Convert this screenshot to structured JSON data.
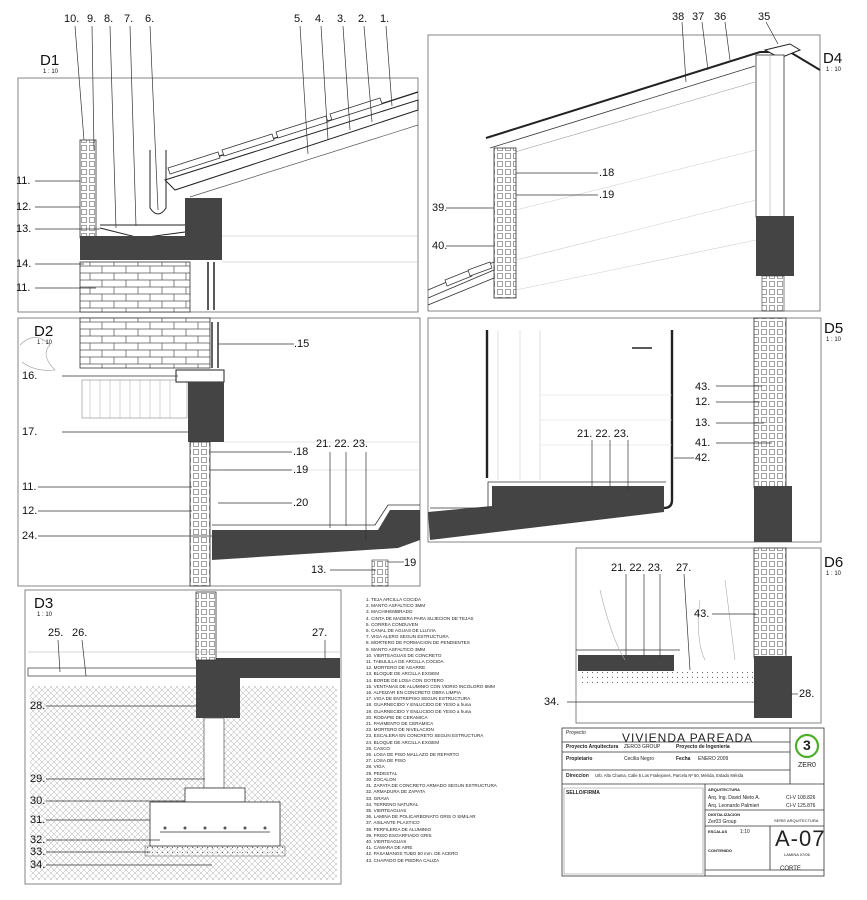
{
  "details": {
    "d1": {
      "title": "D1",
      "scale": "1 : 10"
    },
    "d2": {
      "title": "D2",
      "scale": "1 : 10"
    },
    "d3": {
      "title": "D3",
      "scale": "1 : 10"
    },
    "d4": {
      "title": "D4",
      "scale": "1 : 10"
    },
    "d5": {
      "title": "D5",
      "scale": "1 : 10"
    },
    "d6": {
      "title": "D6",
      "scale": "1 : 10"
    }
  },
  "callouts": {
    "c1": "1.",
    "c2": "2.",
    "c3": "3.",
    "c4": "4.",
    "c5": "5.",
    "c6": "6.",
    "c7": "7.",
    "c8": "8.",
    "c9": "9.",
    "c10": "10.",
    "c11a": "11.",
    "c12a": "12.",
    "c13a": "13.",
    "c14a": "14.",
    "c11b": "11.",
    "c35": "35",
    "c36": "36",
    "c37": "37",
    "c38": "38",
    "c18a": ".18",
    "c19a": ".19",
    "c39": "39.",
    "c40": "40.",
    "c15": ".15",
    "c16": "16.",
    "c17": "17.",
    "c18b": ".18",
    "c19b": ".19",
    "c11c": "11.",
    "c12c": "12.",
    "c20": ".20",
    "c24": "24.",
    "c212223a": "21. 22. 23.",
    "c13c": "13.",
    "c19c": "19",
    "c212223b": "21. 22. 23.",
    "c43a": "43.",
    "c12d": "12.",
    "c13d": "13.",
    "c41": "41.",
    "c42": "42.",
    "c212223c": "21. 22. 23.",
    "c27a": "27.",
    "c43b": "43.",
    "c28a": "28.",
    "c34a": "34.",
    "c25": "25.",
    "c26": "26.",
    "c27b": "27.",
    "c28b": "28.",
    "c29": "29.",
    "c30": "30.",
    "c31": "31.",
    "c32": "32.",
    "c33": "33.",
    "c34b": "34."
  },
  "legend": [
    "1. TEJA ARCILLA COCIDA",
    "2. MANTO ASFALTICO 3MM",
    "3. MACHIHEMBRADO",
    "4. CINTA DE MADERA PARA SUJECION DE TEJAS",
    "5. CORREA CONDUVEN",
    "6. CANAL DE AGUAS DE LLUVIA",
    "7. VIGA ALERO SEGUN ESTRUCTURA",
    "8. MORTERO DE FORMACION DE PENDIENTES",
    "9. MANTO ASFALTICO 3MM",
    "10. VIERTEAGUAS DE CONCRETO",
    "11. TABULILLA DE ARCILLA COCIDA",
    "12. MORTERO DE AGARRE",
    "13. BLOQUE DE ARCILLA EXISEM",
    "14. BORDE DE LOSA CON GOTERO",
    "15. VENTANAS DE ALUMINIO CON VIDRIO INCOLORO 6MM",
    "16. ALFEIZAR EN CONCRETO OBRA LIMPIA",
    "17. VIGA DE ENTREPISO SEGUN ESTRUCTURA",
    "18. GUARNECIDO Y ENLUCIDO DE YESO a huna",
    "19. GUARNECIDO Y ENLUCIDO DE YESO a huna",
    "20. RODAPIE DE CERAMICA",
    "21. PAVIMENTO DE CERAMICA",
    "22. MORTERO DE NIVELACION",
    "23. ESCALERA EN CONCRETO SEGUN ESTRUCTURA",
    "24. BLOQUE DE ARCILLA EXISEM",
    "25. CASCO",
    "26. LOSA DE PISO MALLAZO DE REPARTO",
    "27. LOSA DE PISO",
    "28. VIGA",
    "29. PEDESTAL",
    "30. ZOCALON",
    "31. ZAPATA DE CONCRETO ARMADO SEGUN ESTRUCTURA",
    "32. ARMADURA DE ZAPATA",
    "33. GRAVA",
    "34. TERRENO NATURAL",
    "35. VIERTEAGUAS",
    "36. LAMINA DE POLICARBONATO GRIS O SIMILAR",
    "37. AISLANTE PLASTICO",
    "38. PERFILERIA DE ALUMINIO",
    "39. FRISO ESGARFIADO GRIS",
    "40. VIERTEAGUAS",
    "41. CAMARA DE AIRE",
    "42. PASAMANOS TUBO 50 mm. DE ACERO",
    "43. CHAPADO DE PIEDRA CALIZA"
  ],
  "title_block": {
    "proyecto_label": "Proyecto",
    "proyecto": "VIVIENDA PAREADA",
    "arquitectura_label": "Proyecto Arquitectura",
    "arquitectura": "ZERO3 GROUP",
    "ingenieria_label": "Proyecto de Ingenieria",
    "propietario_label": "Propietario",
    "propietario": "Cecilia Negro",
    "fecha_label": "Fecha",
    "fecha": "ENERO 2009",
    "direccion_label": "Direccion",
    "direccion": "Urb. Alto Chama, Calle 5 Los Frailejones, Parcela Nº 50, Mérida, Estado Mérida",
    "sello_label": "SELLO/FIRMA",
    "arquitectos_label": "ARQUITECTURA",
    "arq1": "Arq. Ing. David Nieto A.",
    "arq1_ci": "CI-V 108.826",
    "arq2": "Arq. Leonardo Palmieri",
    "arq2_ci": "CI-V 125.876",
    "digitalizacion_label": "DIGITALIZACION",
    "digitalizacion": "Zer03 Group",
    "escalas_label": "ESCALAS",
    "escala": "1:10",
    "serie_label": "SERIE ARQUITECTURA",
    "sheet": "A-07",
    "lamina": "LAMINA 07/06",
    "contenido_label": "CONTENIDO",
    "contenido": "CORTE",
    "logo_text": "ZER0"
  },
  "colors": {
    "logo": "#4caf2a",
    "concrete": "#444444",
    "line": "#222222"
  }
}
